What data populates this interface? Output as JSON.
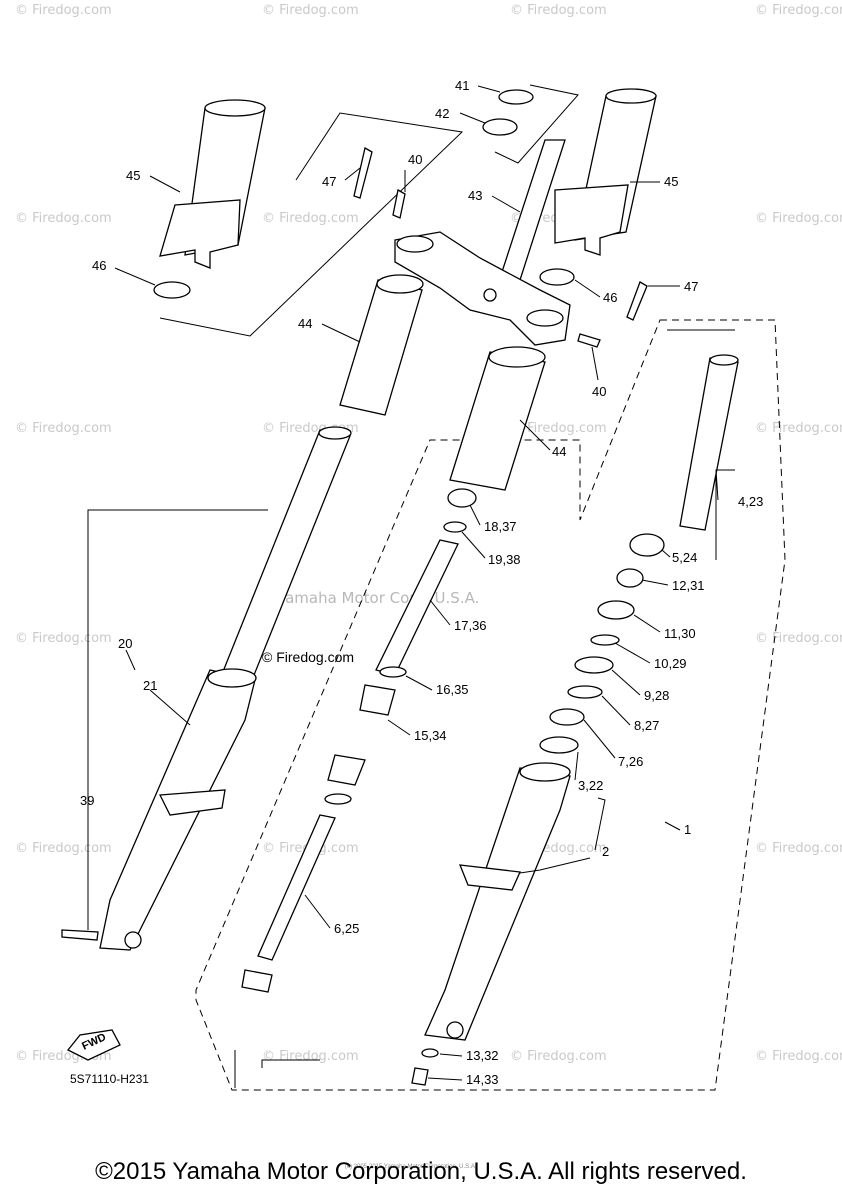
{
  "diagram": {
    "part_labels": {
      "p41": "41",
      "p42": "42",
      "p45a": "45",
      "p45b": "45",
      "p40a": "40",
      "p47a": "47",
      "p43": "43",
      "p46a": "46",
      "p46b": "46",
      "p47b": "47",
      "p44a": "44",
      "p40b": "40",
      "p44b": "44",
      "p4_23": "4,23",
      "p18_37": "18,37",
      "p19_38": "19,38",
      "p5_24": "5,24",
      "p12_31": "12,31",
      "p11_30": "11,30",
      "p17_36": "17,36",
      "p10_29": "10,29",
      "p20": "20",
      "p21": "21",
      "p16_35": "16,35",
      "p9_28": "9,28",
      "p15_34": "15,34",
      "p8_27": "8,27",
      "p7_26": "7,26",
      "p3_22": "3,22",
      "p39": "39",
      "p1": "1",
      "p2": "2",
      "p6_25": "6,25",
      "p13_32": "13,32",
      "p14_33": "14,33"
    },
    "fwd_label": "FWD",
    "diagram_code": "5S71110-H231",
    "watermark": "© Firedog.com",
    "center_watermark": "Yamaha Motor Corp, U.S.A.",
    "center_firedog": "© Firedog.com",
    "small_print": "(c) 2005-2015 Yamaha Motor Corporation, U.S.A.",
    "copyright": "©2015 Yamaha Motor Corporation, U.S.A. All rights reserved."
  }
}
